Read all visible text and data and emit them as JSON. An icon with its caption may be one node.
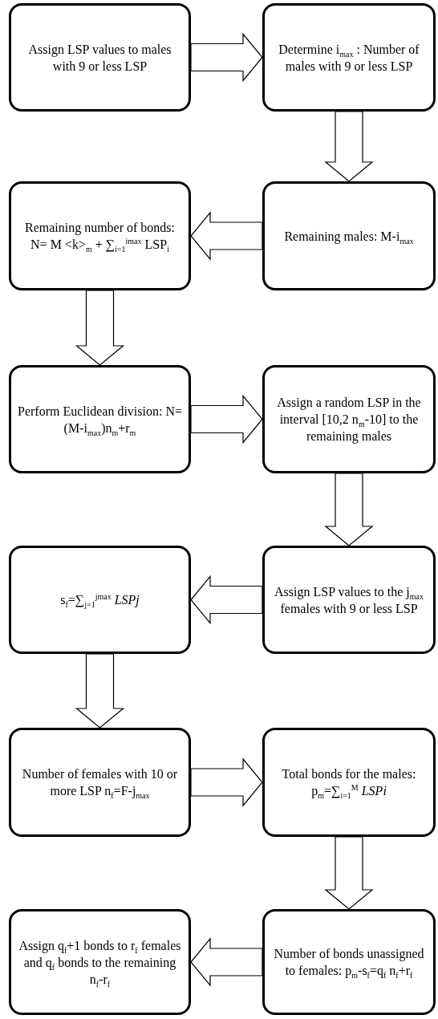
{
  "diagram": {
    "nodes": [
      {
        "text": [
          "Assign LSP values to males with 9 or less LSP"
        ]
      },
      {
        "text": [
          "Determine i$_{max}$ : Number of males with 9 or less LSP"
        ]
      },
      {
        "text": [
          "Remaining number of bonds: N= M <k>$_{m}$ + ∑$_{i=1}$$^{imax}$ LSP$_{i}$"
        ]
      },
      {
        "text": [
          "Remaining males: M-i$_{max}$"
        ]
      },
      {
        "text": [
          "Perform Euclidean division: N=(M-i$_{max}$)n$_{m}$+r$_{m}$"
        ]
      },
      {
        "text": [
          "Assign a random LSP in the interval [10,2 n$_{m}$-10] to the remaining males"
        ]
      },
      {
        "text": [
          "s$_{f}$=∑$_{j=1}$$^{jmax}$ *LSPj*"
        ]
      },
      {
        "text": [
          "Assign LSP values to the j$_{max}$ females with 9 or less LSP"
        ]
      },
      {
        "text": [
          "Number of females with 10 or more LSP n$_{f}$=F-j$_{max}$"
        ]
      },
      {
        "text": [
          "Total bonds for the males: p$_{m}$=∑$_{i=1}$$^{M}$ *LSPi*"
        ]
      },
      {
        "text": [
          "Assign q$_{f}$+1 bonds to r$_{f}$ females and q$_{f}$ bonds to the remaining n$_{f}$-r$_{f}$"
        ]
      },
      {
        "text": [
          "Number of bonds unassigned to females: p$_{m}$-s$_{f}$=q$_{f}$ n$_{f}$+r$_{f}$"
        ]
      }
    ],
    "edges": [
      {
        "from": 0,
        "to": 1,
        "arrow": "to"
      },
      {
        "from": 1,
        "to": 3,
        "arrow": "to"
      },
      {
        "from": 3,
        "to": 2,
        "arrow": "to"
      },
      {
        "from": 2,
        "to": 4,
        "arrow": "to"
      },
      {
        "from": 4,
        "to": 5,
        "arrow": "to"
      },
      {
        "from": 5,
        "to": 7,
        "arrow": "to"
      },
      {
        "from": 7,
        "to": 6,
        "arrow": "to"
      },
      {
        "from": 6,
        "to": 8,
        "arrow": "to"
      },
      {
        "from": 8,
        "to": 9,
        "arrow": "to"
      },
      {
        "from": 9,
        "to": 11,
        "arrow": "to"
      },
      {
        "from": 11,
        "to": 10,
        "arrow": "to"
      }
    ]
  }
}
